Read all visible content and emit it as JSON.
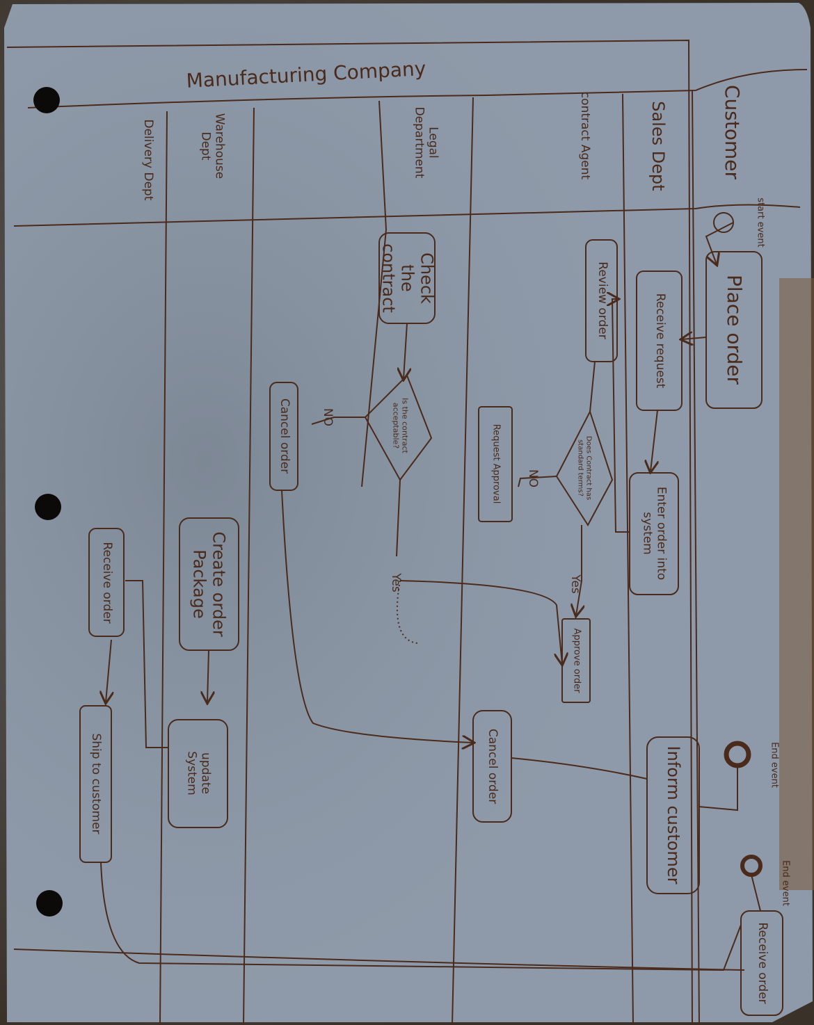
{
  "diagram": {
    "title": "Manufacturing Company",
    "lanes": {
      "customer": "Customer",
      "sales": "Sales Dept",
      "contract_agent": "contract Agent",
      "legal": "Legal Department",
      "warehouse": "Warehouse Dept",
      "delivery": "Delivery Dept"
    },
    "events": {
      "start": "start event",
      "end1": "End event",
      "end2": "End event"
    },
    "tasks": {
      "place_order": "Place order",
      "receive_request": "Receive request",
      "enter_order": "Enter order into system",
      "review_order": "Review order",
      "request_approval": "Request Approval",
      "approve_order": "Approve order",
      "check_contract": "Check the contract",
      "cancel_order_legal": "Cancel order",
      "cancel_order_agent": "Cancel order",
      "inform_customer": "Inform customer",
      "create_package": "Create order Package",
      "update_system": "update System",
      "receive_order_delivery": "Receive order",
      "ship_to_customer": "Ship to customer",
      "receive_order_customer": "Receive order"
    },
    "gateways": {
      "standard_terms": "Does Contract has standard terms?",
      "contract_acceptable": "Is the contract acceptable?"
    },
    "flow_labels": {
      "no_terms": "NO",
      "yes_terms": "Yes",
      "no_contract": "NO",
      "yes_contract": "Yes"
    }
  },
  "colors": {
    "paper": "#8e9aa9",
    "ink": "#4a2a1a",
    "background": "#3a3128"
  }
}
